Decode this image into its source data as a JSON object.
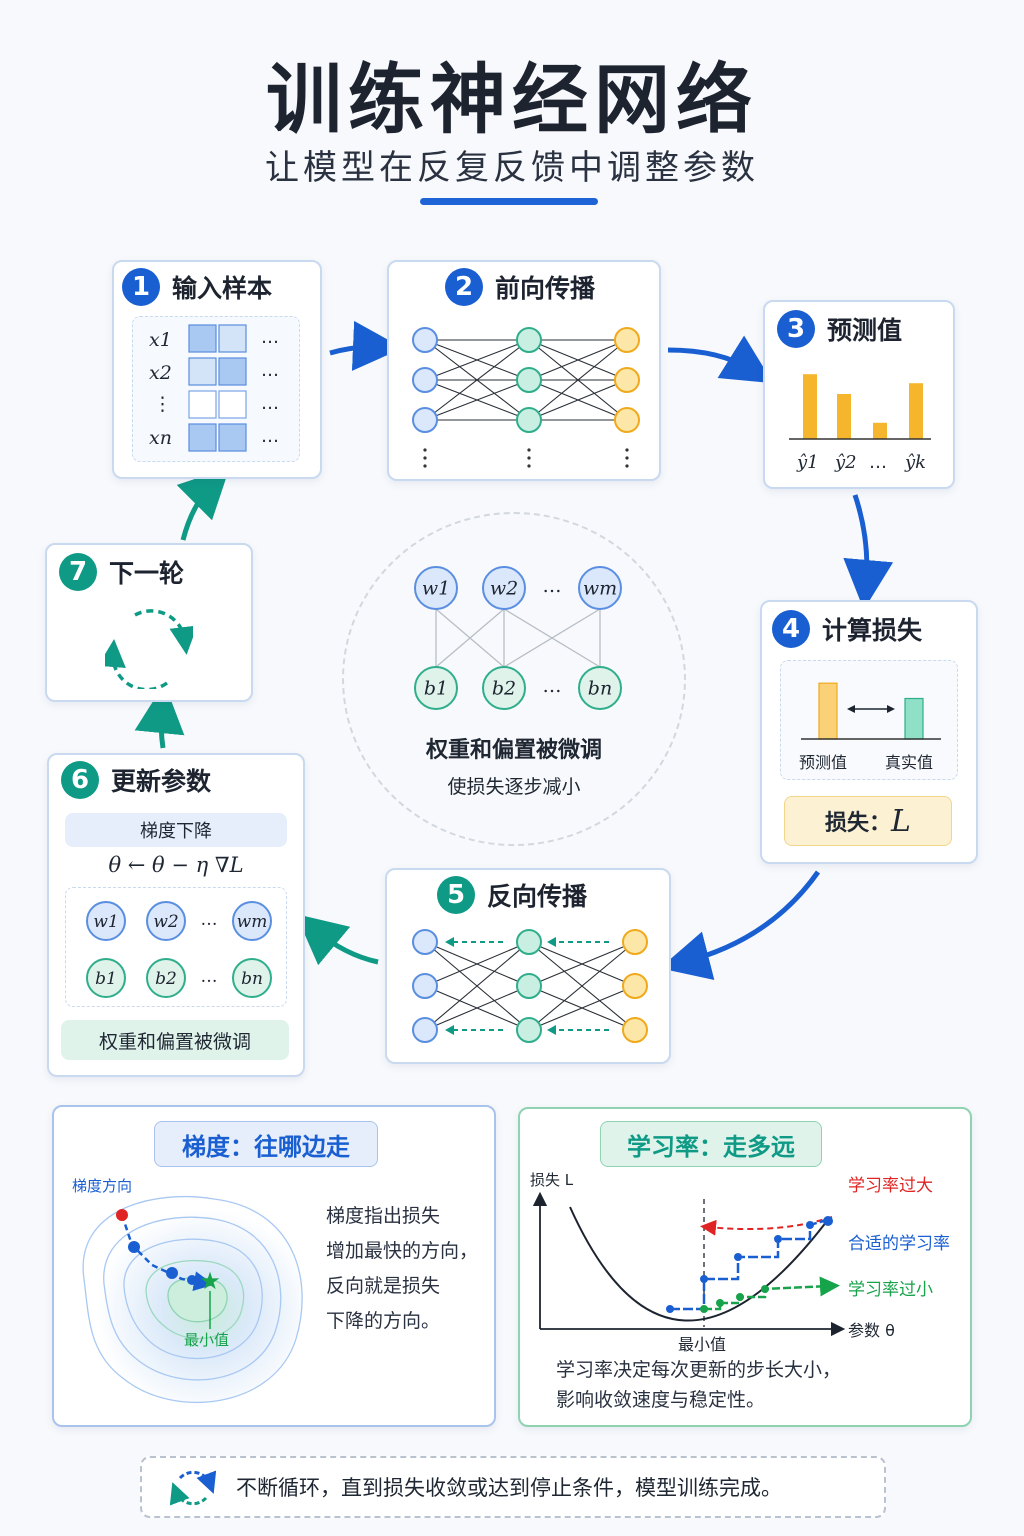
{
  "header": {
    "title": "训练神经网络",
    "subtitle": "让模型在反复反馈中调整参数"
  },
  "steps": [
    {
      "num": "1",
      "label": "输入样本"
    },
    {
      "num": "2",
      "label": "前向传播"
    },
    {
      "num": "3",
      "label": "预测值"
    },
    {
      "num": "4",
      "label": "计算损失"
    },
    {
      "num": "5",
      "label": "反向传播"
    },
    {
      "num": "6",
      "label": "更新参数"
    },
    {
      "num": "7",
      "label": "下一轮"
    }
  ],
  "input": {
    "rows": [
      "x1",
      "x2",
      "⋮",
      "xn"
    ],
    "ellipsis": "…"
  },
  "prediction": {
    "labels": [
      "ŷ1",
      "ŷ2",
      "…",
      "ŷk"
    ],
    "values": [
      0.72,
      0.5,
      0.18,
      0.62
    ]
  },
  "loss": {
    "pred_label": "预测值",
    "true_label": "真实值",
    "loss_prefix": "损失：",
    "loss_symbol": "L",
    "pred_height": 0.62,
    "true_height": 0.45
  },
  "center": {
    "weights": [
      "w1",
      "w2",
      "wm"
    ],
    "biases": [
      "b1",
      "b2",
      "bn"
    ],
    "ellipsis": "…",
    "title": "权重和偏置被微调",
    "subtitle": "使损失逐步减小"
  },
  "update": {
    "method": "梯度下降",
    "formula": "θ ← θ − η ∇L",
    "weights": [
      "w1",
      "w2",
      "wm"
    ],
    "biases": [
      "b1",
      "b2",
      "bn"
    ],
    "ellipsis": "…",
    "note": "权重和偏置被微调"
  },
  "gradient_panel": {
    "title": "梯度：往哪边走",
    "direction_label": "梯度方向",
    "min_label": "最小值",
    "lines": [
      "梯度指出损失",
      "增加最快的方向，",
      "反向就是损失",
      "下降的方向。"
    ]
  },
  "lr_panel": {
    "title": "学习率：走多远",
    "y_label": "损失 L",
    "x_label": "参数 θ",
    "min_label": "最小值",
    "legend": [
      {
        "label": "学习率过大",
        "color": "#e02424"
      },
      {
        "label": "合适的学习率",
        "color": "#1a5fd1"
      },
      {
        "label": "学习率过小",
        "color": "#16a34a"
      }
    ],
    "lines": [
      "学习率决定每次更新的步长大小，",
      "影响收敛速度与稳定性。"
    ]
  },
  "footer": {
    "text": "不断循环，直到损失收敛或达到停止条件，模型训练完成。"
  },
  "colors": {
    "blue": "#1a5fd1",
    "teal": "#0f9a86",
    "orange": "#f5b52c",
    "green": "#3cc9a5"
  }
}
